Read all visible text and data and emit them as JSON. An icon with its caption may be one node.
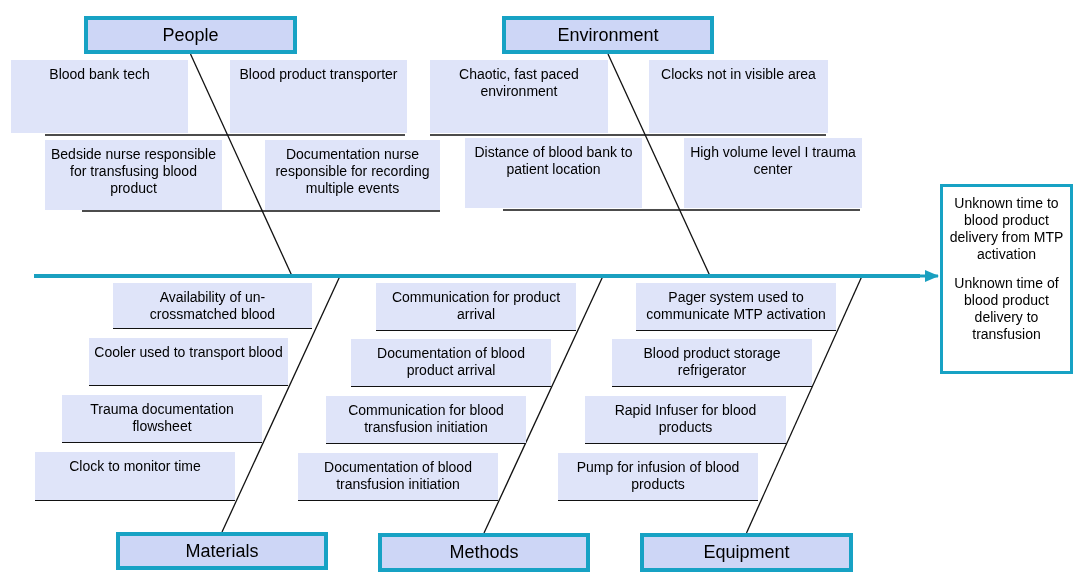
{
  "diagram": {
    "nodes": [
      {
        "text": [
          "People"
        ]
      },
      {
        "text": [
          "Environment"
        ]
      },
      {
        "text": [
          "Blood bank tech"
        ]
      },
      {
        "text": [
          "Blood product transporter"
        ]
      },
      {
        "text": [
          "Bedside nurse responsible for transfusing blood product"
        ]
      },
      {
        "text": [
          "Documentation nurse responsible for recording multiple events"
        ]
      },
      {
        "text": [
          "Chaotic, fast paced environment"
        ]
      },
      {
        "text": [
          "Clocks not in visible area"
        ]
      },
      {
        "text": [
          "Distance of blood bank to patient location"
        ]
      },
      {
        "text": [
          "High volume level I trauma center"
        ]
      },
      {
        "text": [
          "Unknown time to blood product delivery from MTP activation",
          "Unknown time of blood product delivery to transfusion"
        ]
      },
      {
        "text": [
          "Availability of un-crossmatched blood"
        ]
      },
      {
        "text": [
          "Cooler used to transport blood"
        ]
      },
      {
        "text": [
          "Trauma documentation flowsheet"
        ]
      },
      {
        "text": [
          "Clock to monitor time"
        ]
      },
      {
        "text": [
          "Communication for product arrival"
        ]
      },
      {
        "text": [
          "Documentation of blood product arrival"
        ]
      },
      {
        "text": [
          "Communication for blood transfusion initiation"
        ]
      },
      {
        "text": [
          "Documentation of blood transfusion initiation"
        ]
      },
      {
        "text": [
          "Pager system used to communicate MTP activation"
        ]
      },
      {
        "text": [
          "Blood product storage refrigerator"
        ]
      },
      {
        "text": [
          "Rapid Infuser for blood products"
        ]
      },
      {
        "text": [
          "Pump for infusion of blood products"
        ]
      },
      {
        "text": [
          "Materials"
        ]
      },
      {
        "text": [
          "Methods"
        ]
      },
      {
        "text": [
          "Equipment"
        ]
      },
      {
        "text": [],
        "shape": "bar"
      }
    ],
    "edges": [
      {
        "from": 26,
        "to": 10,
        "arrow": "to",
        "style": "thick",
        "color": "#1aa0c0"
      },
      {
        "from": 0,
        "to": 26,
        "arrow": "none"
      },
      {
        "from": 1,
        "to": 26,
        "arrow": "none"
      },
      {
        "from": 23,
        "to": 26,
        "arrow": "none"
      },
      {
        "from": 24,
        "to": 26,
        "arrow": "none"
      },
      {
        "from": 25,
        "to": 26,
        "arrow": "none"
      }
    ]
  }
}
